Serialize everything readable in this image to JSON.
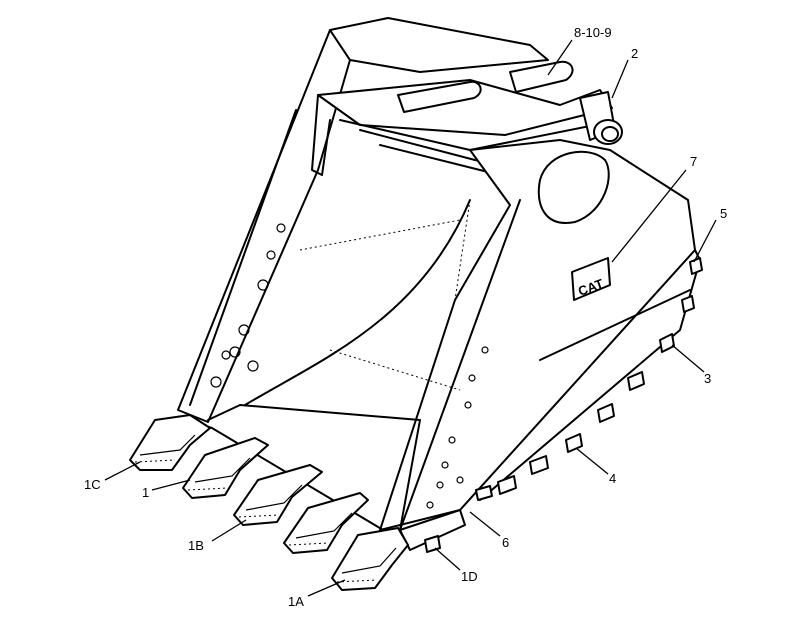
{
  "diagram": {
    "logo_text": "CAT",
    "callouts": [
      {
        "id": "c-8-10-9",
        "label": "8-10-9"
      },
      {
        "id": "c-2",
        "label": "2"
      },
      {
        "id": "c-7",
        "label": "7"
      },
      {
        "id": "c-5",
        "label": "5"
      },
      {
        "id": "c-3",
        "label": "3"
      },
      {
        "id": "c-4",
        "label": "4"
      },
      {
        "id": "c-6",
        "label": "6"
      },
      {
        "id": "c-1D",
        "label": "1D"
      },
      {
        "id": "c-1A",
        "label": "1A"
      },
      {
        "id": "c-1B",
        "label": "1B"
      },
      {
        "id": "c-1",
        "label": "1"
      },
      {
        "id": "c-1C",
        "label": "1C"
      }
    ]
  }
}
